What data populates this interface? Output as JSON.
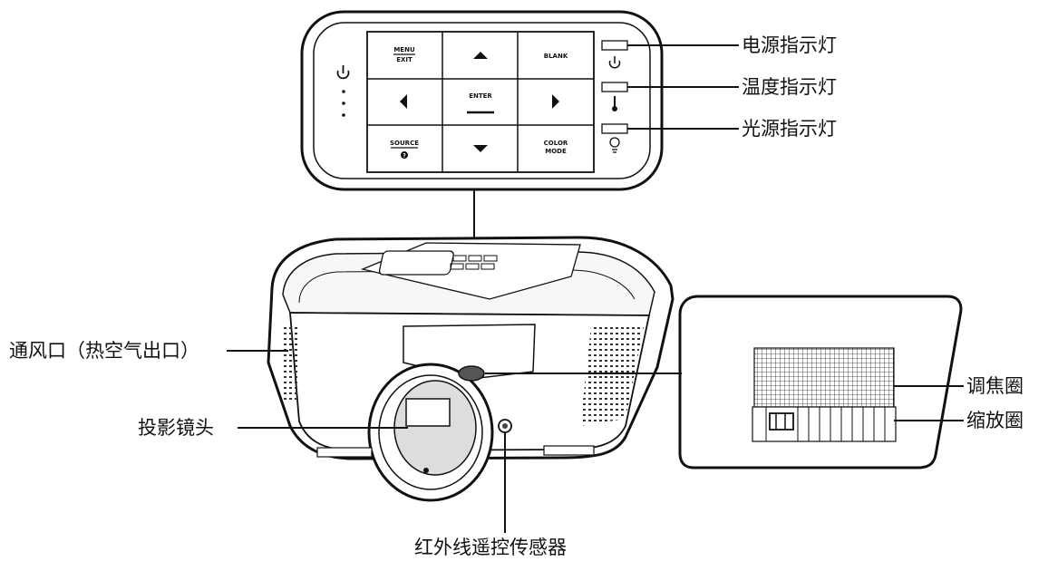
{
  "keypad": {
    "keys": {
      "menu": "MENU",
      "exit": "EXIT",
      "blank": "BLANK",
      "enter": "ENTER",
      "source": "SOURCE",
      "source_badge": "?",
      "color": "COLOR",
      "mode": "MODE"
    }
  },
  "callouts": {
    "power_indicator": "电源指示灯",
    "temp_indicator": "温度指示灯",
    "lamp_indicator": "光源指示灯",
    "vent": "通风口（热空气出口）",
    "lens": "投影镜头",
    "focus_ring": "调焦圈",
    "zoom_ring": "缩放圈",
    "ir_sensor": "红外线遥控传感器"
  },
  "colors": {
    "line": "#111111",
    "background": "#ffffff"
  },
  "icons": [
    "power-icon",
    "arrow-up-icon",
    "arrow-down-icon",
    "arrow-left-icon",
    "arrow-right-icon",
    "thermometer-icon",
    "lamp-icon",
    "led-dots-icon"
  ]
}
